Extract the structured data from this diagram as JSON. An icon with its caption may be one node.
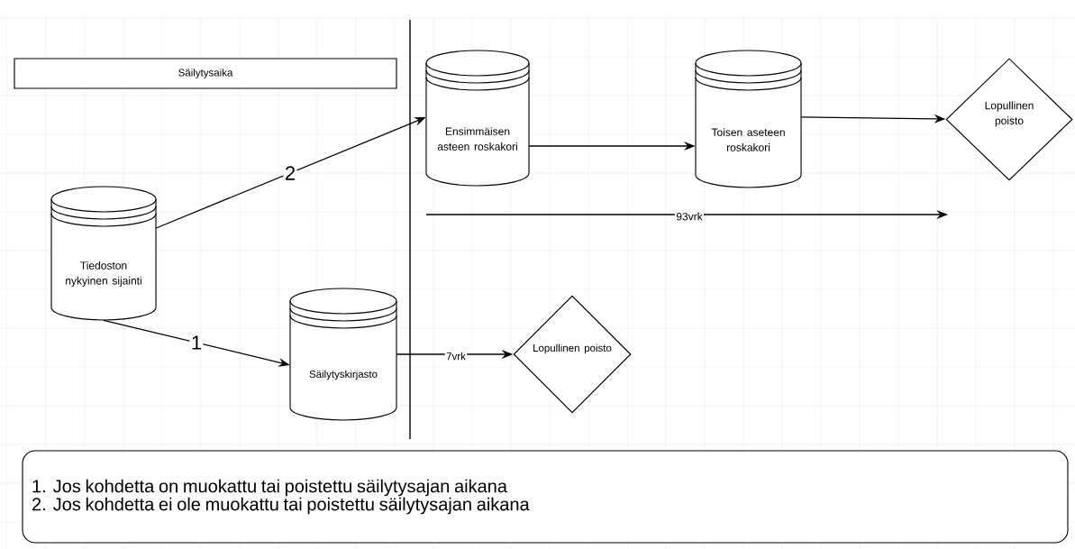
{
  "diagram": {
    "nodes": [
      {
        "text": [
          "Säilytysaika"
        ]
      },
      {
        "text": [
          "Tiedoston nykyinen sijainti"
        ]
      },
      {
        "text": [
          "Ensimmäisen asteen roskakori"
        ]
      },
      {
        "text": [
          "Toisen aseteen roskakori"
        ]
      },
      {
        "text": [
          "Lopullinen poisto"
        ]
      },
      {
        "text": [
          "Säilytyskirjasto"
        ]
      },
      {
        "text": [
          "Lopullinen poisto"
        ]
      },
      {
        "text": [
          "1. Jos kohdetta on muokattu tai poistettu säilytysajan aikana",
          "2. Jos kohdetta ei ole muokattu tai poistettu säilytysajan aikana"
        ]
      }
    ],
    "edges": [
      {
        "from": 1,
        "to": 2,
        "arrow": "to",
        "label": "2"
      },
      {
        "from": 1,
        "to": 5,
        "arrow": "to",
        "label": "1"
      },
      {
        "from": 2,
        "to": 3,
        "arrow": "to"
      },
      {
        "from": 3,
        "to": 4,
        "arrow": "to"
      },
      {
        "from": 5,
        "to": 6,
        "arrow": "to",
        "label": "7vrk"
      }
    ],
    "labels": [
      "93vrk"
    ]
  }
}
